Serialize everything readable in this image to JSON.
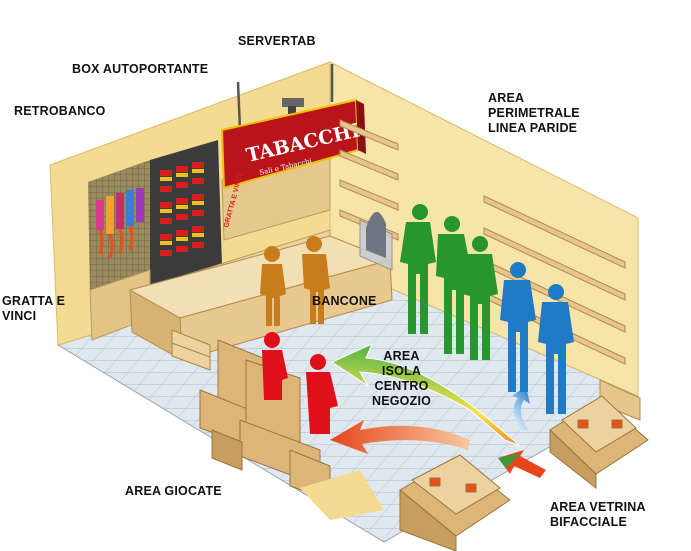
{
  "diagram": {
    "labels": {
      "servertab": "SERVERTAB",
      "box_autoportante": "BOX AUTOPORTANTE",
      "retrobanco": "RETROBANCO",
      "area_perimetrale": "AREA\nPERIMETRALE\nLINEA PARIDE",
      "gratta_e_vinci": "GRATTA E\nVINCI",
      "bancone": "BANCONE",
      "area_isola": "AREA\nISOLA\nCENTRO\nNEGOZIO",
      "area_giocate": "AREA GIOCATE",
      "area_vetrina": "AREA VETRINA\nBIFACCIALE"
    },
    "sign": {
      "title": "TABACCHI",
      "subtitle": "Sali e Tabacchi",
      "side_text": "GRATTA E VINCI"
    },
    "colors": {
      "wall": "#f3dc92",
      "floor": "#dde6ee",
      "counter": "#e7c98f",
      "sign": "#b8141a",
      "figure_orange": "#c97c1c",
      "figure_green": "#27962f",
      "figure_blue": "#1f7bc5",
      "figure_red": "#e0101a"
    }
  }
}
